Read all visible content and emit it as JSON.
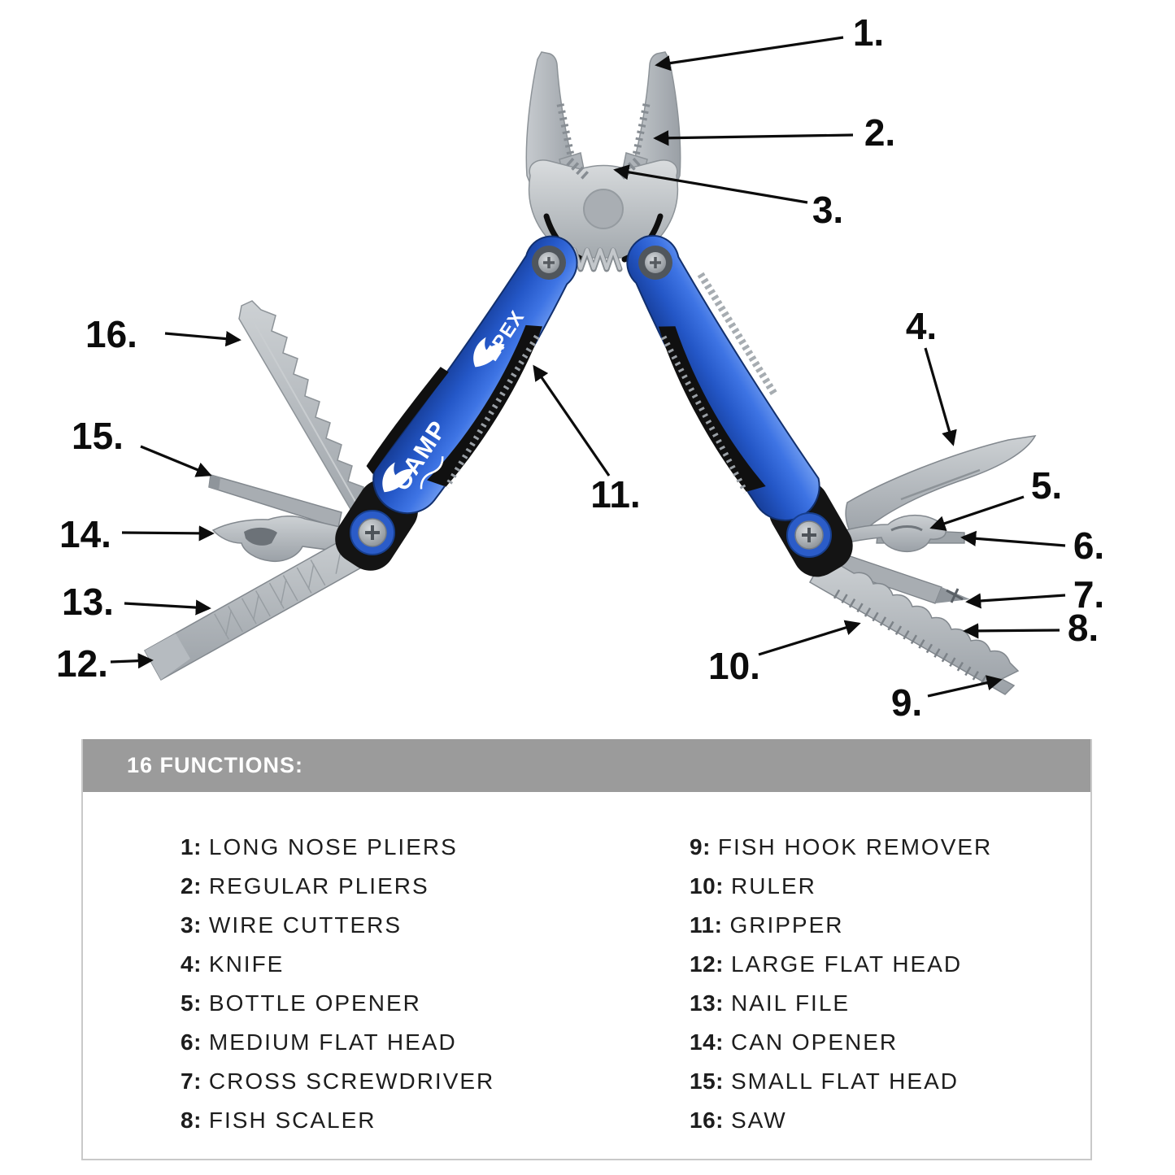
{
  "product": {
    "brand_top": "EPEX",
    "brand_handle": "CAMP"
  },
  "callouts": [
    "1.",
    "2.",
    "3.",
    "4.",
    "5.",
    "6.",
    "7.",
    "8.",
    "9.",
    "10.",
    "11.",
    "12.",
    "13.",
    "14.",
    "15.",
    "16."
  ],
  "legend": {
    "header": "16 FUNCTIONS:",
    "columns": [
      [
        {
          "num": "1:",
          "label": "LONG NOSE PLIERS"
        },
        {
          "num": "2:",
          "label": "REGULAR PLIERS"
        },
        {
          "num": "3:",
          "label": "WIRE CUTTERS"
        },
        {
          "num": "4:",
          "label": "KNIFE"
        },
        {
          "num": "5:",
          "label": "BOTTLE OPENER"
        },
        {
          "num": "6:",
          "label": "MEDIUM FLAT HEAD"
        },
        {
          "num": "7:",
          "label": "CROSS SCREWDRIVER"
        },
        {
          "num": "8:",
          "label": "FISH SCALER"
        }
      ],
      [
        {
          "num": "9:",
          "label": "FISH HOOK REMOVER"
        },
        {
          "num": "10:",
          "label": "RULER"
        },
        {
          "num": "11:",
          "label": "GRIPPER"
        },
        {
          "num": "12:",
          "label": "LARGE FLAT HEAD"
        },
        {
          "num": "13:",
          "label": "NAIL FILE"
        },
        {
          "num": "14:",
          "label": "CAN OPENER"
        },
        {
          "num": "15:",
          "label": "SMALL FLAT HEAD"
        },
        {
          "num": "16:",
          "label": "SAW"
        }
      ]
    ]
  },
  "colors": {
    "accent_blue": "#2f63d2",
    "header_gray": "#9b9b9b",
    "metal_gray": "#b4b9bd",
    "ink": "#0c0c0c"
  }
}
